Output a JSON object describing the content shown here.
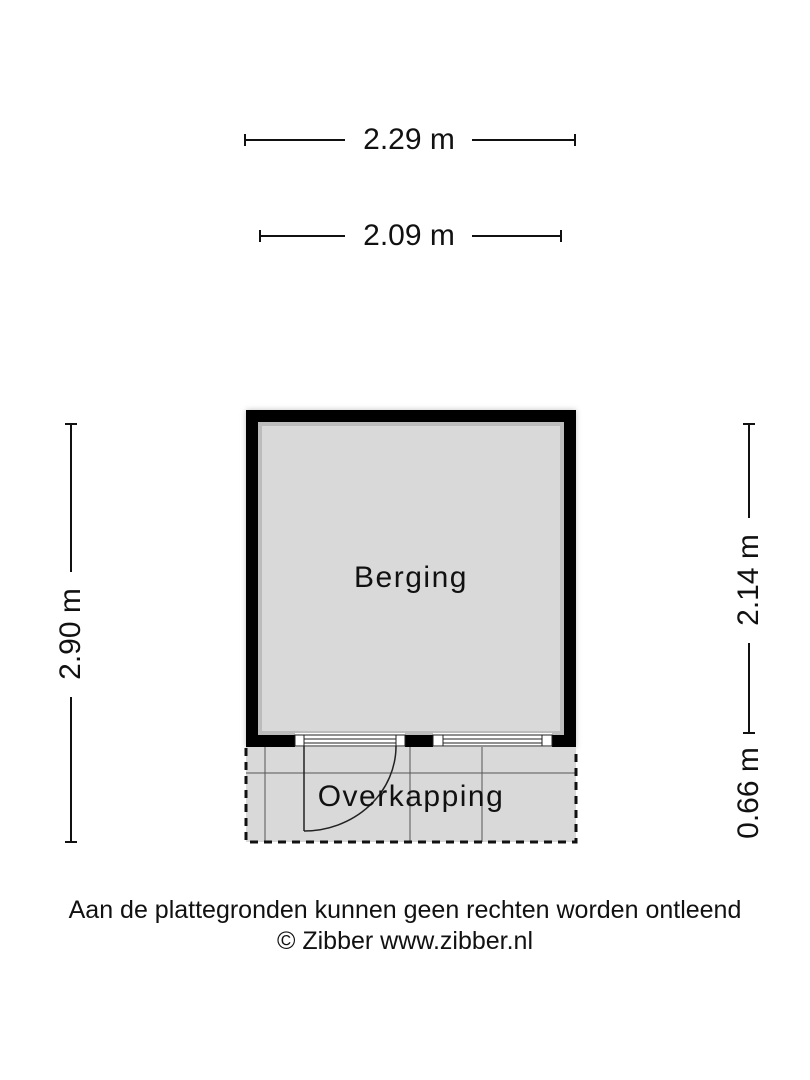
{
  "dimensions": {
    "top_outer": "2.29 m",
    "top_inner": "2.09 m",
    "left_total": "2.90 m",
    "right_upper": "2.14 m",
    "right_lower": "0.66 m"
  },
  "rooms": [
    {
      "name": "Berging"
    },
    {
      "name": "Overkapping"
    }
  ],
  "footer": {
    "disclaimer": "Aan de plattegronden kunnen geen rechten worden ontleend",
    "copyright": "© Zibber www.zibber.nl"
  },
  "colors": {
    "wall": "#000000",
    "floor": "#d9d9d9",
    "background": "#ffffff"
  }
}
